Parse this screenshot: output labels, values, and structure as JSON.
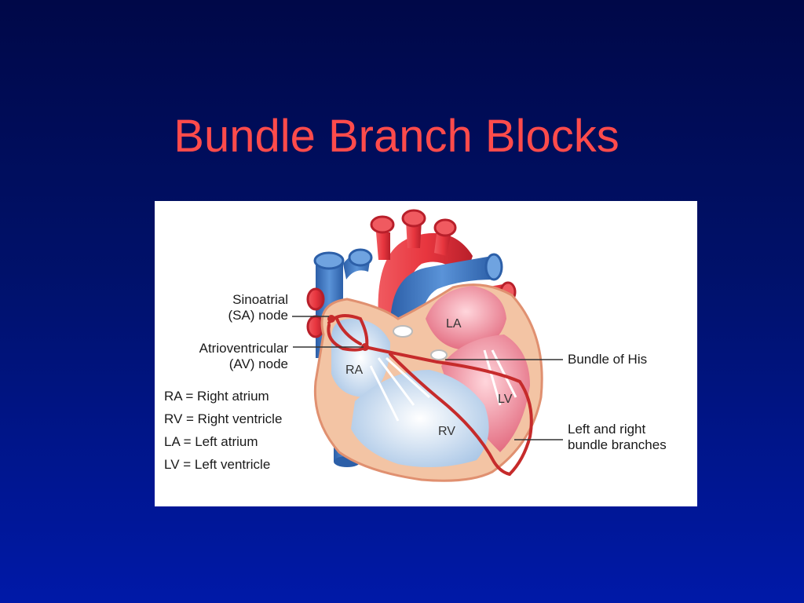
{
  "slide": {
    "title": "Bundle Branch Blocks"
  },
  "diagram": {
    "labels": {
      "sa_node_line1": "Sinoatrial",
      "sa_node_line2": "(SA) node",
      "av_node_line1": "Atrioventricular",
      "av_node_line2": "(AV) node",
      "bundle_of_his": "Bundle of His",
      "bundle_branches_line1": "Left and right",
      "bundle_branches_line2": "bundle branches"
    },
    "chambers": {
      "ra": "RA",
      "rv": "RV",
      "la": "LA",
      "lv": "LV"
    },
    "key": [
      "RA = Right atrium",
      "RV = Right ventricle",
      "LA = Left atrium",
      "LV = Left ventricle"
    ],
    "colors": {
      "aorta_red": "#e8363f",
      "vein_blue": "#3f78c6",
      "myocardium": "#f3c4a4",
      "conduction": "#c62b2b"
    }
  }
}
